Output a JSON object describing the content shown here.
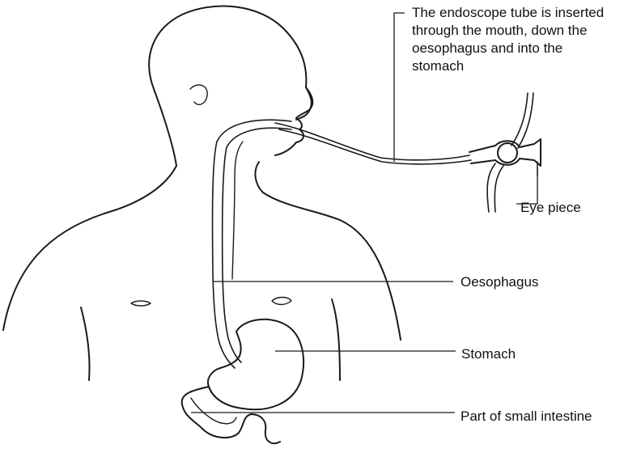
{
  "labels": {
    "endoscope": "The endoscope tube is inserted through the mouth, down the oesophagus and into the stomach",
    "eye_piece": "Eye piece",
    "oesophagus": "Oesophagus",
    "stomach": "Stomach",
    "small_intestine": "Part of small intestine"
  },
  "colors": {
    "ink": "#1a1a1a",
    "background": "#ffffff"
  }
}
